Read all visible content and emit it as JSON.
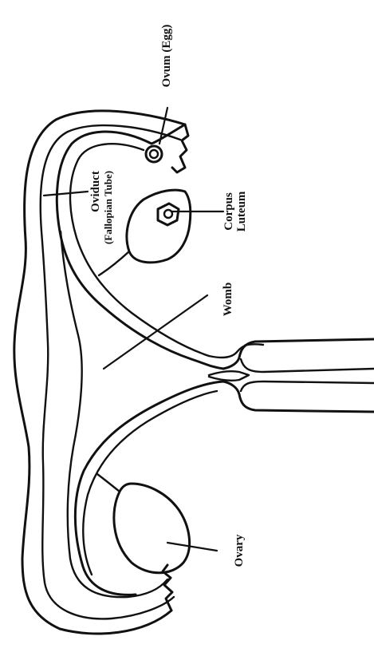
{
  "labels": {
    "ovum": "Ovum (Egg)",
    "oviduct": "Oviduct",
    "fallopian_tube": "(Fallopian Tube)",
    "corpus_line1": "Corpus",
    "corpus_line2": "Luteum",
    "womb": "Womb",
    "ovary": "Ovary"
  }
}
